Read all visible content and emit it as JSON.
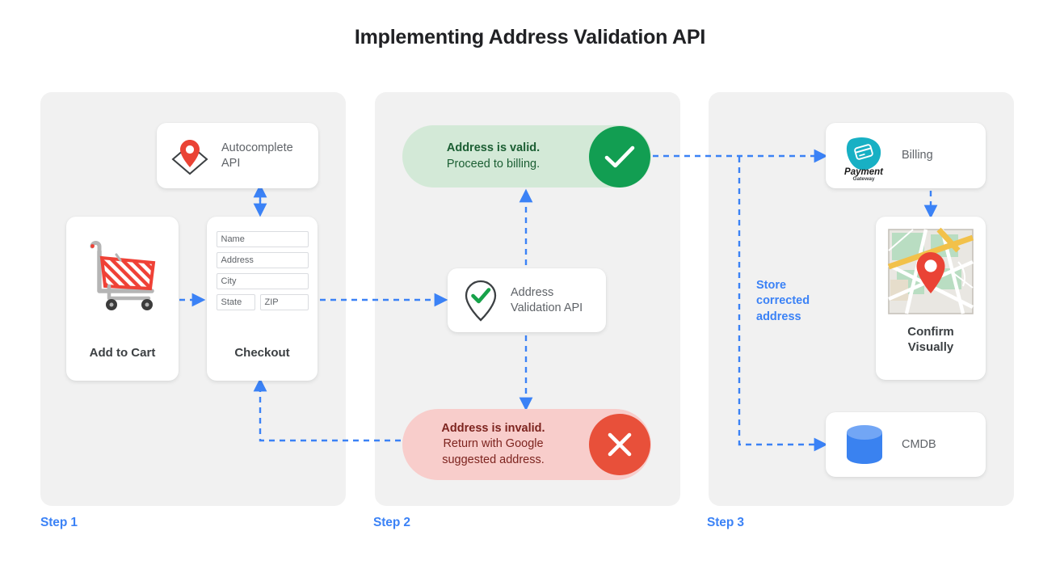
{
  "title": "Implementing Address Validation API",
  "colors": {
    "accent_blue": "#3b82f6",
    "panel_bg": "#f1f1f1",
    "valid_green": "#129e52",
    "valid_pill_bg": "#d3e9d7",
    "invalid_red": "#e8503a",
    "invalid_pill_bg": "#f8cdcb",
    "pin_red": "#ea4335",
    "cmdb_blue": "#4285f4",
    "payment_teal": "#18b0c4",
    "text_gray": "#5f6368"
  },
  "steps": [
    {
      "label": "Step 1"
    },
    {
      "label": "Step 2"
    },
    {
      "label": "Step 3"
    }
  ],
  "step1": {
    "autocomplete": {
      "label": "Autocomplete\nAPI",
      "line1": "Autocomplete",
      "line2": "API",
      "icon": "map-pin-icon"
    },
    "add_to_cart": {
      "caption": "Add to Cart",
      "icon": "shopping-cart-icon"
    },
    "checkout": {
      "caption": "Checkout",
      "fields": [
        {
          "name": "name",
          "placeholder": "Name"
        },
        {
          "name": "address",
          "placeholder": "Address"
        },
        {
          "name": "city",
          "placeholder": "City"
        },
        {
          "name": "state",
          "placeholder": "State"
        },
        {
          "name": "zip",
          "placeholder": "ZIP"
        }
      ]
    }
  },
  "step2": {
    "valid": {
      "title": "Address is valid.",
      "subtitle": "Proceed to billing.",
      "badge_icon": "check-icon"
    },
    "validation_api": {
      "line1": "Address",
      "line2": "Validation API",
      "icon": "pin-check-icon"
    },
    "invalid": {
      "title": "Address is invalid.",
      "subtitle_line1": "Return with Google",
      "subtitle_line2": "suggested address.",
      "badge_icon": "close-icon"
    }
  },
  "step3": {
    "billing": {
      "label": "Billing",
      "logo_name": "Payment",
      "logo_sub": "Gateway",
      "icon": "payment-gateway-logo"
    },
    "confirm": {
      "caption_line1": "Confirm",
      "caption_line2": "Visually",
      "icon": "map-thumbnail-icon"
    },
    "cmdb": {
      "label": "CMDB",
      "icon": "database-icon"
    },
    "store_note": "Store corrected address"
  }
}
